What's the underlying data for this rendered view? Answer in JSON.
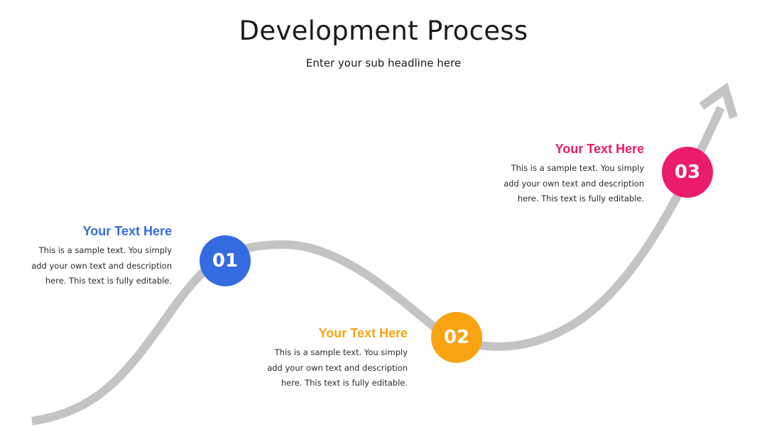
{
  "header": {
    "title": "Development Process",
    "subtitle": "Enter your sub headline here"
  },
  "colors": {
    "path": "#c4c4c4",
    "step1": "#346ce0",
    "step2": "#f8a312",
    "step3": "#ec1c6c"
  },
  "steps": [
    {
      "number": "01",
      "heading": "Your Text Here",
      "desc_line1": "This is a sample text. You simply",
      "desc_line2": "add your own text and description",
      "desc_line3": "here. This text is fully editable."
    },
    {
      "number": "02",
      "heading": "Your Text Here",
      "desc_line1": "This is a sample text. You simply",
      "desc_line2": "add your own text and description",
      "desc_line3": "here. This text is fully editable."
    },
    {
      "number": "03",
      "heading": "Your Text Here",
      "desc_line1": "This is a sample text. You simply",
      "desc_line2": "add your own text and description",
      "desc_line3": "here. This text is fully editable."
    }
  ]
}
